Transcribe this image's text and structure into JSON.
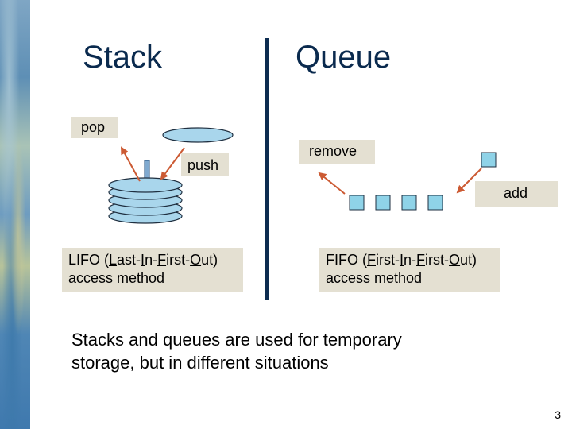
{
  "stack": {
    "title": "Stack",
    "pop_label": "pop",
    "push_label": "push",
    "method_line1": {
      "pre1": "LIFO (",
      "l1": "L",
      "t1": "ast-",
      "l2": "I",
      "t2": "n-",
      "l3": "F",
      "t3": "irst-",
      "l4": "O",
      "t4": "ut)"
    },
    "method_line2": "access method"
  },
  "queue": {
    "title": "Queue",
    "remove_label": "remove",
    "add_label": "add",
    "method_line1": {
      "pre1": "FIFO (",
      "l1": "F",
      "t1": "irst-",
      "l2": "I",
      "t2": "n-",
      "l3": "F",
      "t3": "irst-",
      "l4": "O",
      "t4": "ut)"
    },
    "method_line2": "access method"
  },
  "summary": {
    "line1": "Stacks and queues are used for temporary",
    "line2": "storage, but in different situations"
  },
  "page_number": "3",
  "colors": {
    "title": "#0a2a4e",
    "label_bg": "#e4e0d2",
    "disk_fill": "#a9d6ec",
    "square_fill": "#8fd3e8",
    "arrow": "#cc5a33",
    "divider": "#0d2c50"
  }
}
